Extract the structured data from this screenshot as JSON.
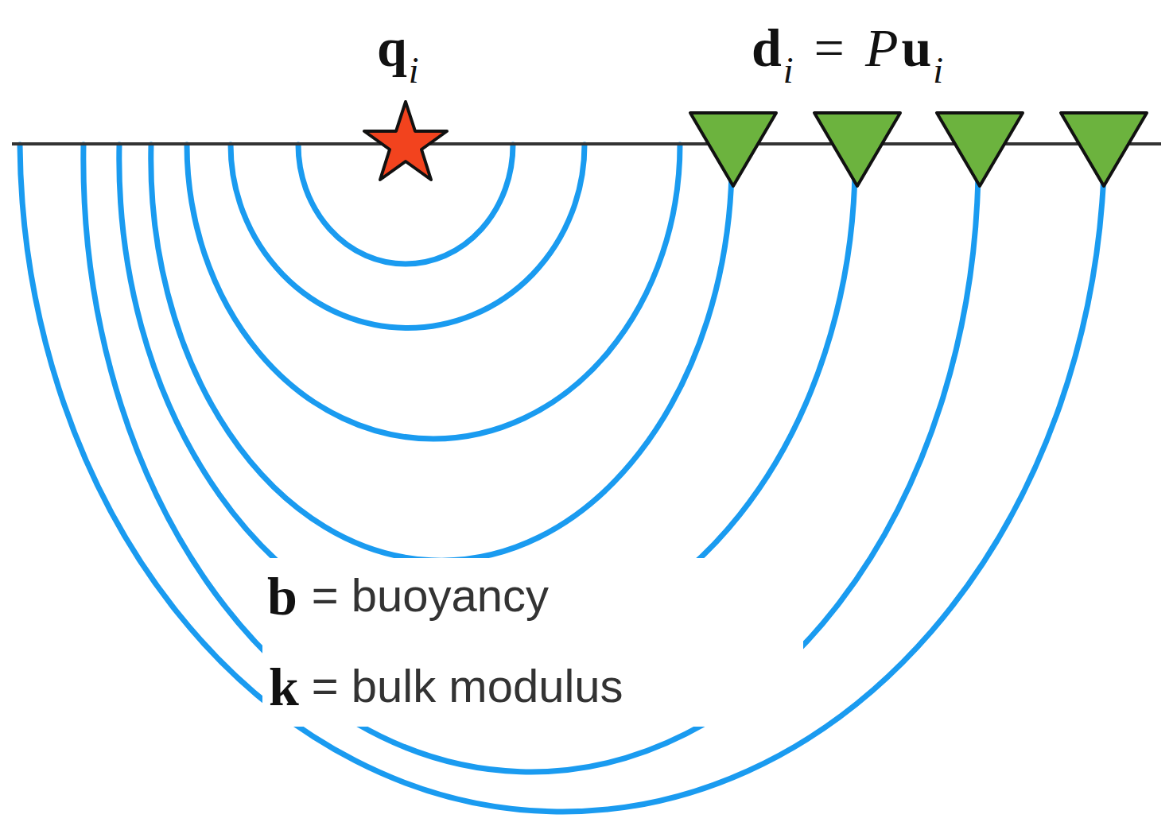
{
  "diagram": {
    "labels": [
      "q",
      "i",
      "d",
      "i",
      "=",
      "P",
      "u",
      "i",
      "b",
      "= buoyancy",
      "k",
      "= bulk modulus"
    ]
  }
}
